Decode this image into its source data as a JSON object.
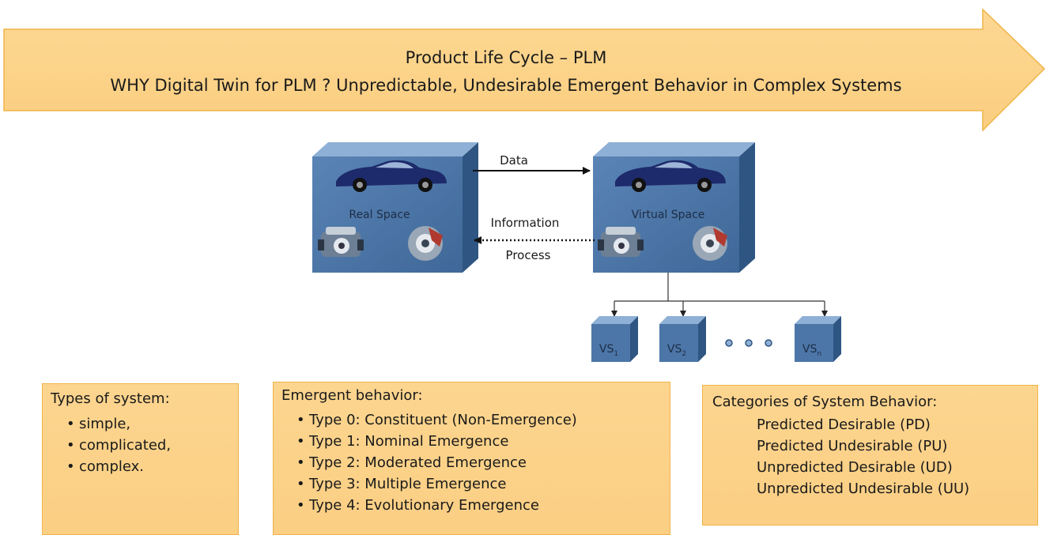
{
  "banner": {
    "line1": "Product Life Cycle – PLM",
    "line2": "WHY Digital Twin for PLM ? Unpredictable, Undesirable Emergent Behavior in Complex Systems"
  },
  "diagram": {
    "real_space_label": "Real Space",
    "virtual_space_label": "Virtual Space",
    "data_label": "Data",
    "information_label": "Information",
    "process_label": "Process",
    "vs_base": "VS",
    "vs_subs": [
      "1",
      "2",
      "n"
    ]
  },
  "types_box": {
    "title": "Types of system:",
    "items": [
      "simple,",
      "complicated,",
      "complex."
    ]
  },
  "emergent_box": {
    "title": "Emergent behavior:",
    "items": [
      "Type 0: Constituent (Non-Emergence)",
      "Type 1: Nominal Emergence",
      "Type 2: Moderated Emergence",
      "Type 3: Multiple Emergence",
      "Type 4: Evolutionary Emergence"
    ]
  },
  "categories_box": {
    "title": "Categories of System Behavior:",
    "items": [
      "Predicted Desirable (PD)",
      "Predicted Undesirable (PU)",
      "Unpredicted Desirable (UD)",
      "Unpredicted Undesirable (UU)"
    ]
  },
  "colors": {
    "banner_fill": "#fcd48d",
    "banner_stroke": "#f0b44a",
    "cube_front": "#4d76a8",
    "cube_top": "#8fb0d6",
    "cube_side": "#2f5582"
  }
}
